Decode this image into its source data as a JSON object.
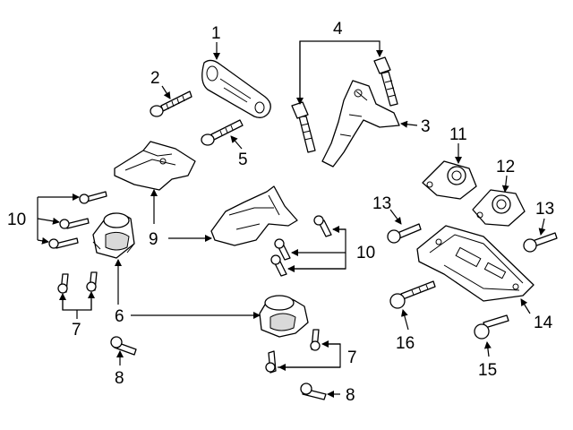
{
  "callouts": {
    "c1": "1",
    "c2": "2",
    "c3": "3",
    "c4": "4",
    "c5": "5",
    "c6": "6",
    "c7a": "7",
    "c7b": "7",
    "c8a": "8",
    "c8b": "8",
    "c9": "9",
    "c10a": "10",
    "c10b": "10",
    "c11": "11",
    "c12": "12",
    "c13a": "13",
    "c13b": "13",
    "c14": "14",
    "c15": "15",
    "c16": "16"
  }
}
